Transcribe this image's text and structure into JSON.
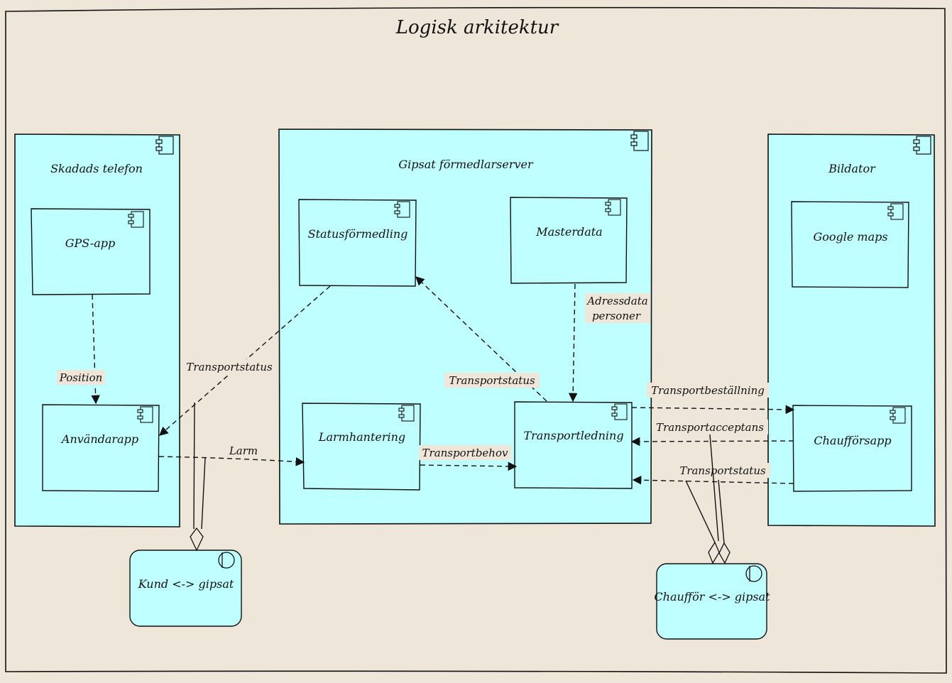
{
  "diagram": {
    "title": "Logisk arkitektur",
    "nodes": {
      "phone": "Skadads telefon",
      "server": "Gipsat förmedlarserver",
      "car": "Bildator"
    },
    "components": {
      "gps": "GPS-app",
      "user_app": "Användarapp",
      "status": "Statusförmedling",
      "master": "Masterdata",
      "alarm": "Larmhantering",
      "transport": "Transportledning",
      "gmaps": "Google maps",
      "driver_app": "Chaufförsapp"
    },
    "interfaces": {
      "customer": "Kund <-> gipsat",
      "driver": "Chaufför <-> gipsat"
    },
    "edges": {
      "position": "Position",
      "status_left": "Transportstatus",
      "alarm": "Larm",
      "need": "Transportbehov",
      "status_center": "Transportstatus",
      "address_line1": "Adressdata",
      "address_line2": "personer",
      "order": "Transportbeställning",
      "accept": "Transportacceptans",
      "status_right": "Transportstatus"
    }
  }
}
